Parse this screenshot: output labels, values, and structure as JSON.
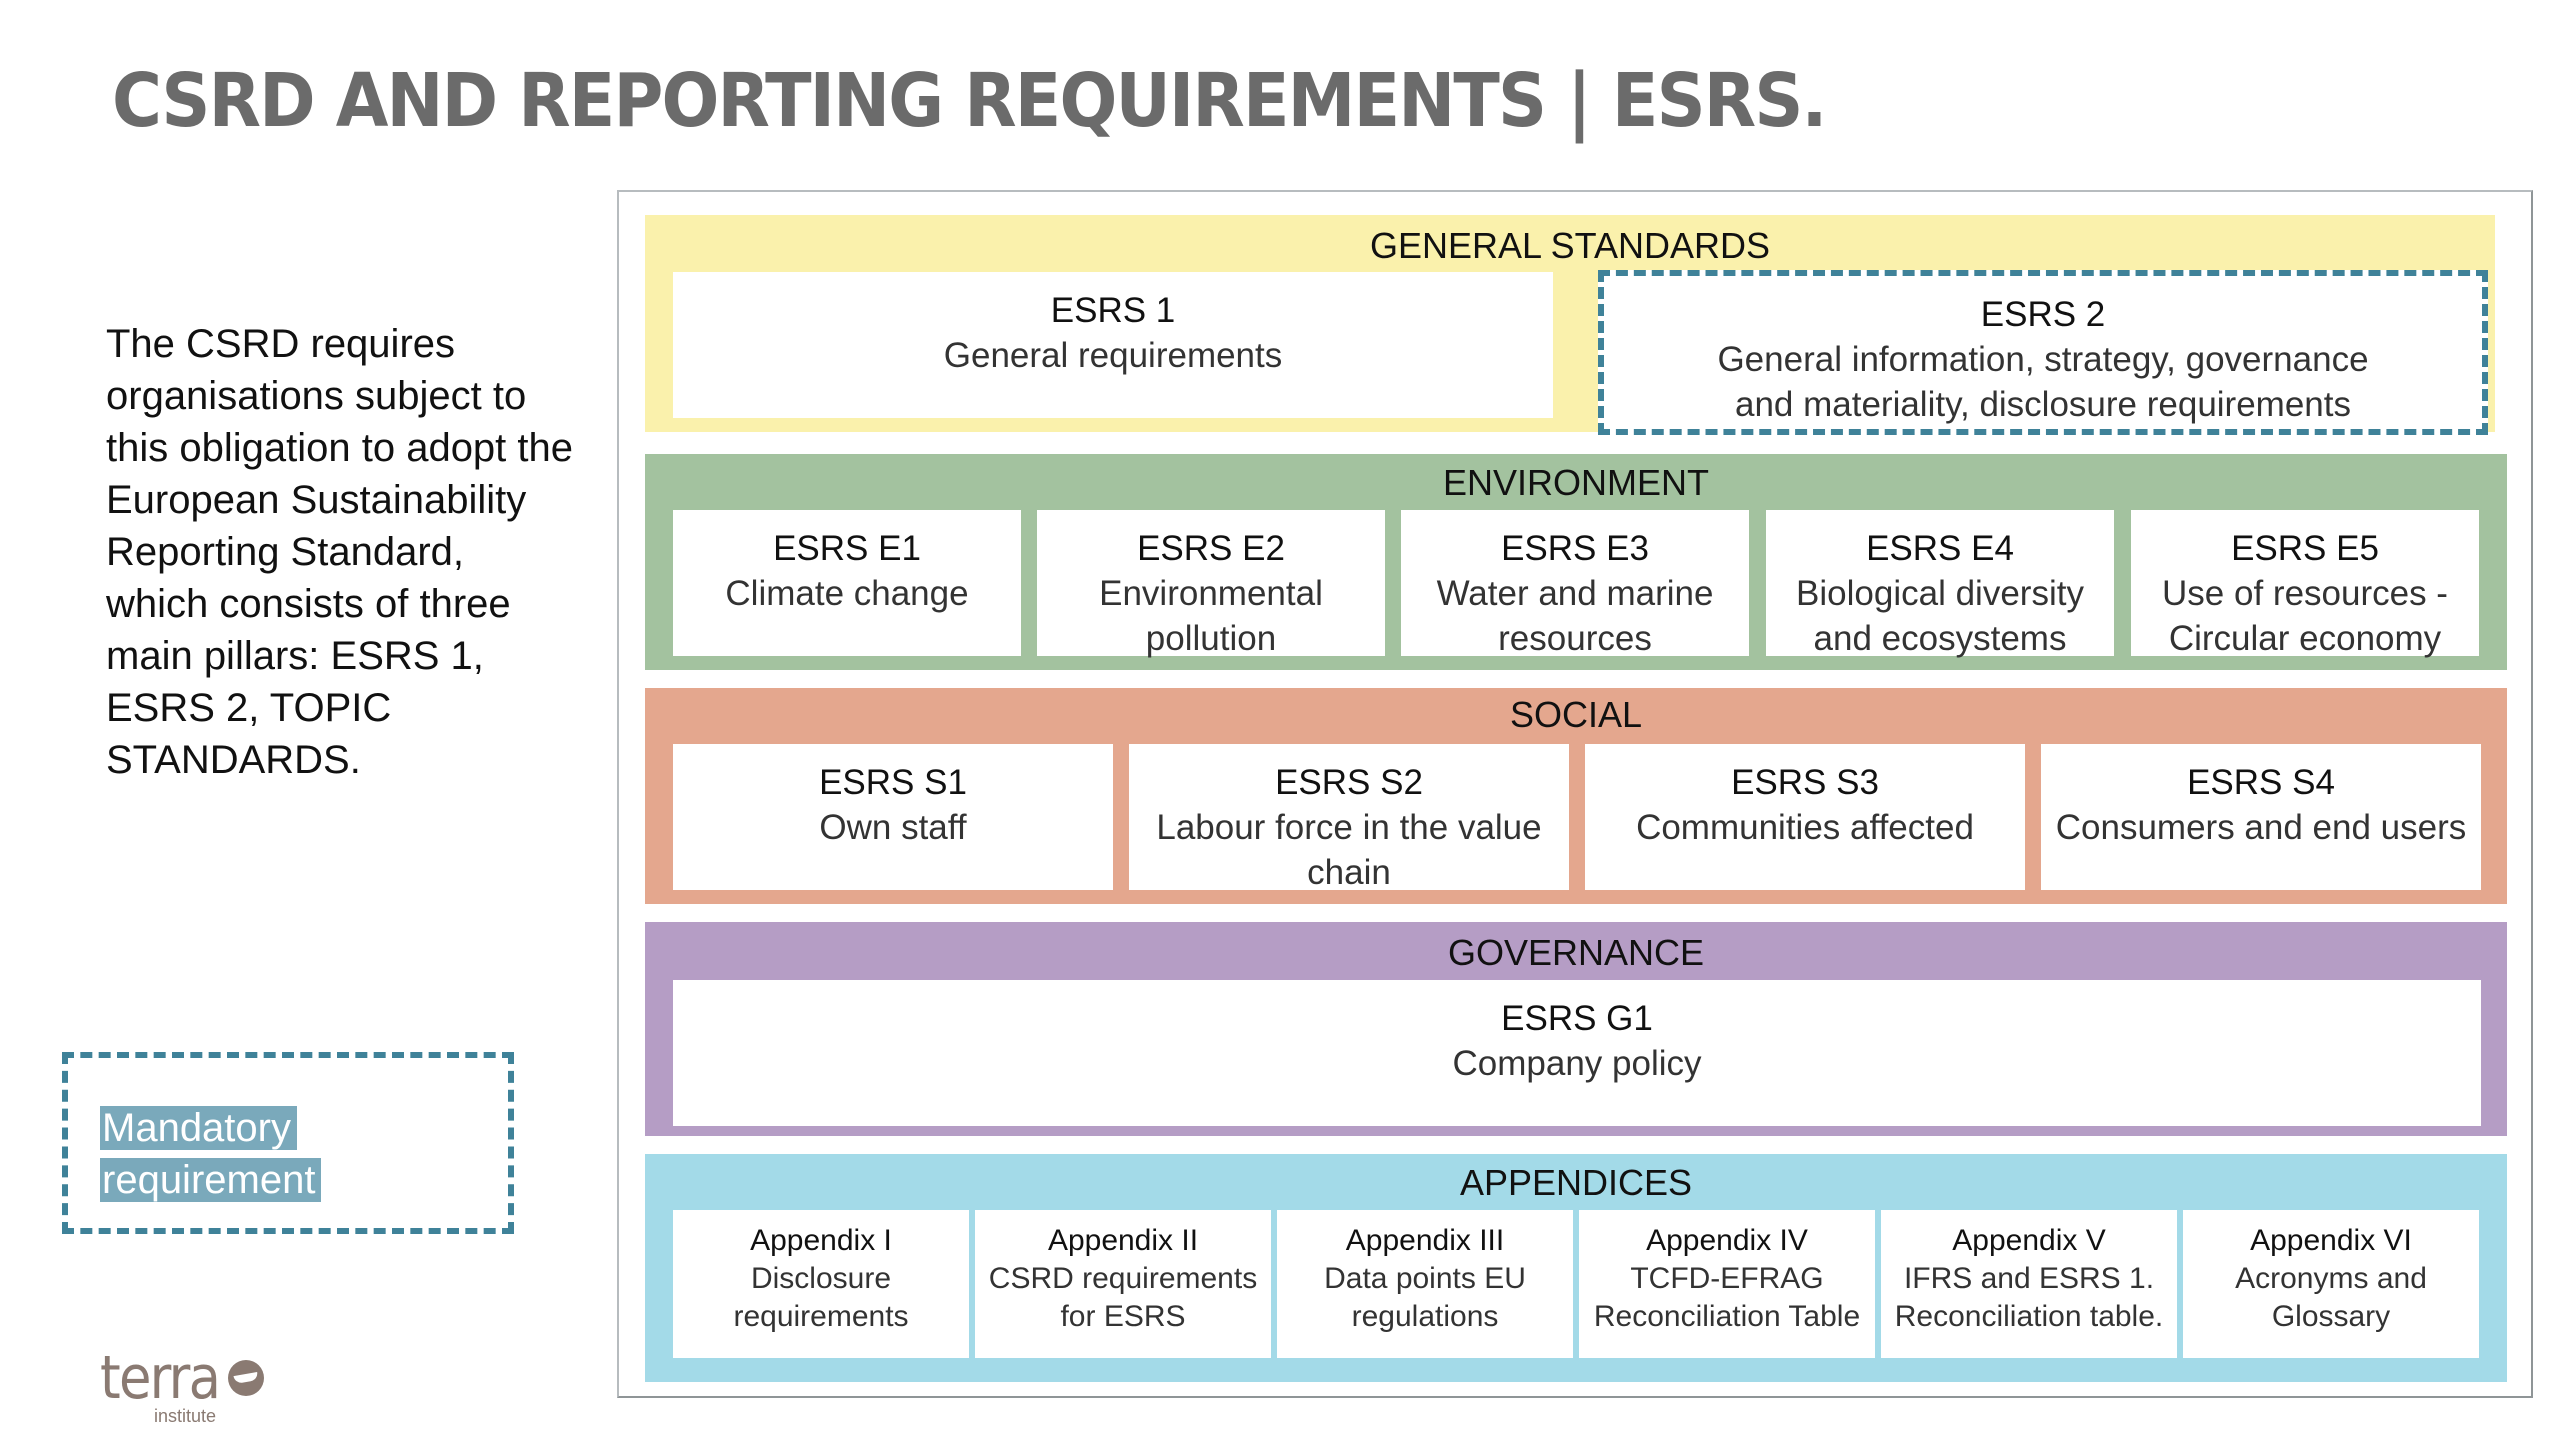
{
  "page": {
    "title": "CSRD AND REPORTING REQUIREMENTS | ESRS.",
    "intro_text": "The CSRD requires organisations subject to this obligation to adopt the European Sustainability Reporting Standard, which consists of three main pillars: ESRS 1, ESRS 2, TOPIC STANDARDS.",
    "legend": {
      "label_line1": "Mandatory",
      "label_line2": "requirement",
      "border_color": "#3f8299",
      "highlight_color": "#7aa9bb"
    },
    "logo": {
      "word": "terra",
      "sub": "institute"
    }
  },
  "diagram": {
    "general": {
      "title": "GENERAL STANDARDS",
      "color": "#faf1ac",
      "items": [
        {
          "code": "ESRS 1",
          "desc": "General requirements",
          "mandatory": false
        },
        {
          "code": "ESRS 2",
          "desc": "General information, strategy, governance and materiality, disclosure requirements",
          "mandatory": true
        }
      ]
    },
    "environment": {
      "title": "ENVIRONMENT",
      "color": "#a3c29f",
      "items": [
        {
          "code": "ESRS E1",
          "desc": "Climate change"
        },
        {
          "code": "ESRS E2",
          "desc": "Environmental pollution"
        },
        {
          "code": "ESRS E3",
          "desc": "Water and marine resources"
        },
        {
          "code": "ESRS E4",
          "desc": "Biological diversity and ecosystems"
        },
        {
          "code": "ESRS E5",
          "desc": "Use of resources - Circular economy"
        }
      ]
    },
    "social": {
      "title": "SOCIAL",
      "color": "#e4a78e",
      "items": [
        {
          "code": "ESRS S1",
          "desc": "Own staff"
        },
        {
          "code": "ESRS S2",
          "desc": "Labour force in the value chain"
        },
        {
          "code": "ESRS S3",
          "desc": "Communities affected"
        },
        {
          "code": "ESRS S4",
          "desc": "Consumers and end users"
        }
      ]
    },
    "governance": {
      "title": "GOVERNANCE",
      "color": "#b59dc5",
      "items": [
        {
          "code": "ESRS G1",
          "desc": "Company policy"
        }
      ]
    },
    "appendices": {
      "title": "APPENDICES",
      "color": "#a3dae8",
      "items": [
        {
          "code": "Appendix I",
          "desc": "Disclosure requirements"
        },
        {
          "code": "Appendix II",
          "desc": "CSRD requirements for ESRS"
        },
        {
          "code": "Appendix III",
          "desc": "Data points EU regulations"
        },
        {
          "code": "Appendix IV",
          "desc": "TCFD-EFRAG Reconciliation Table"
        },
        {
          "code": "Appendix V",
          "desc": "IFRS and ESRS 1. Reconciliation table."
        },
        {
          "code": "Appendix VI",
          "desc": "Acronyms and Glossary"
        }
      ]
    }
  }
}
